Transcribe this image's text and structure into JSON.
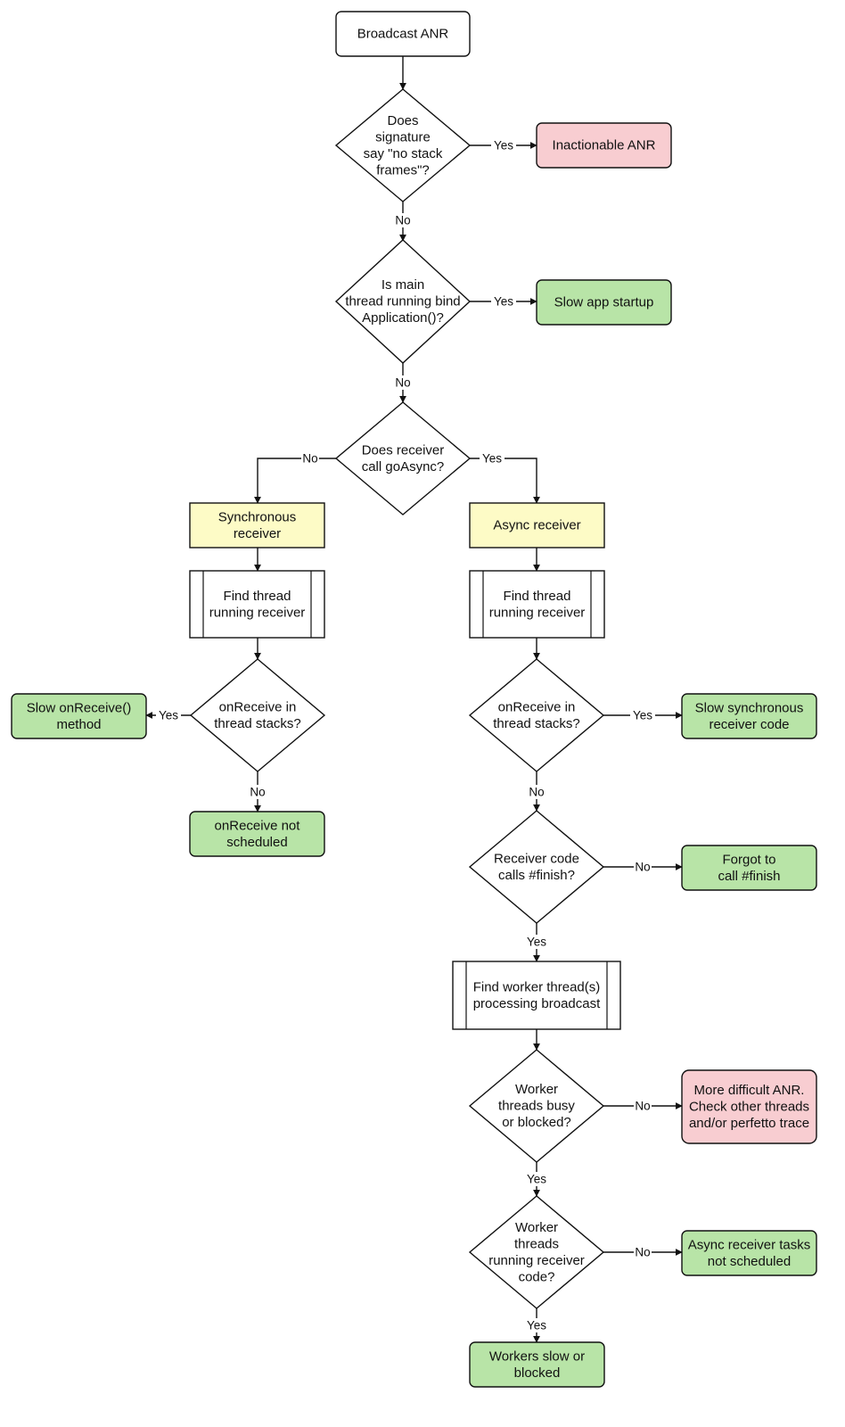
{
  "colors": {
    "terminal_fill": "#ffffff",
    "red_fill": "#f8cdd1",
    "green_fill": "#b8e4a7",
    "yellow_fill": "#fdfbc6",
    "stroke": "#111111"
  },
  "nodes": {
    "start": {
      "lines": [
        "Broadcast ANR"
      ]
    },
    "q_no_stack": {
      "lines": [
        "Does",
        "signature",
        "say \"no stack",
        "frames\"?"
      ]
    },
    "r_inactionable": {
      "lines": [
        "Inactionable ANR"
      ]
    },
    "q_bind_app": {
      "lines": [
        "Is main",
        "thread running bind",
        "Application()?"
      ]
    },
    "r_slow_startup": {
      "lines": [
        "Slow app startup"
      ]
    },
    "q_go_async": {
      "lines": [
        "Does receiver",
        "call goAsync?"
      ]
    },
    "sync_receiver": {
      "lines": [
        "Synchronous",
        "receiver"
      ]
    },
    "async_receiver": {
      "lines": [
        "Async receiver"
      ]
    },
    "find_thread_sync": {
      "lines": [
        "Find thread",
        "running receiver"
      ]
    },
    "find_thread_async": {
      "lines": [
        "Find thread",
        "running receiver"
      ]
    },
    "q_onreceive_sync": {
      "lines": [
        "onReceive in",
        "thread stacks?"
      ]
    },
    "q_onreceive_async": {
      "lines": [
        "onReceive in",
        "thread stacks?"
      ]
    },
    "r_slow_onreceive": {
      "lines": [
        "Slow onReceive()",
        "method"
      ]
    },
    "r_not_scheduled": {
      "lines": [
        "onReceive not",
        "scheduled"
      ]
    },
    "r_slow_sync_code": {
      "lines": [
        "Slow synchronous",
        "receiver code"
      ]
    },
    "q_calls_finish": {
      "lines": [
        "Receiver code",
        "calls #finish?"
      ]
    },
    "r_forgot_finish": {
      "lines": [
        "Forgot to",
        "call #finish"
      ]
    },
    "find_worker": {
      "lines": [
        "Find worker thread(s)",
        "processing broadcast"
      ]
    },
    "q_workers_busy": {
      "lines": [
        "Worker",
        "threads busy",
        "or blocked?"
      ]
    },
    "r_difficult": {
      "lines": [
        "More difficult ANR.",
        "Check other threads",
        "and/or perfetto trace"
      ]
    },
    "q_workers_running": {
      "lines": [
        "Worker",
        "threads",
        "running receiver",
        "code?"
      ]
    },
    "r_tasks_not_scheduled": {
      "lines": [
        "Async receiver tasks",
        "not scheduled"
      ]
    },
    "r_workers_slow": {
      "lines": [
        "Workers slow or",
        "blocked"
      ]
    }
  },
  "edges": {
    "start_to_q1": "",
    "q1_yes": "Yes",
    "q1_no": "No",
    "q2_yes": "Yes",
    "q2_no": "No",
    "q3_no": "No",
    "q3_yes": "Yes",
    "sync_to_find": "",
    "async_to_find": "",
    "find_sync_to_q": "",
    "find_async_to_q": "",
    "qsync_yes": "Yes",
    "qsync_no": "No",
    "qasync_yes": "Yes",
    "qasync_no": "No",
    "finish_no": "No",
    "finish_yes": "Yes",
    "worker_to_q": "",
    "busy_no": "No",
    "busy_yes": "Yes",
    "running_no": "No",
    "running_yes": "Yes"
  }
}
